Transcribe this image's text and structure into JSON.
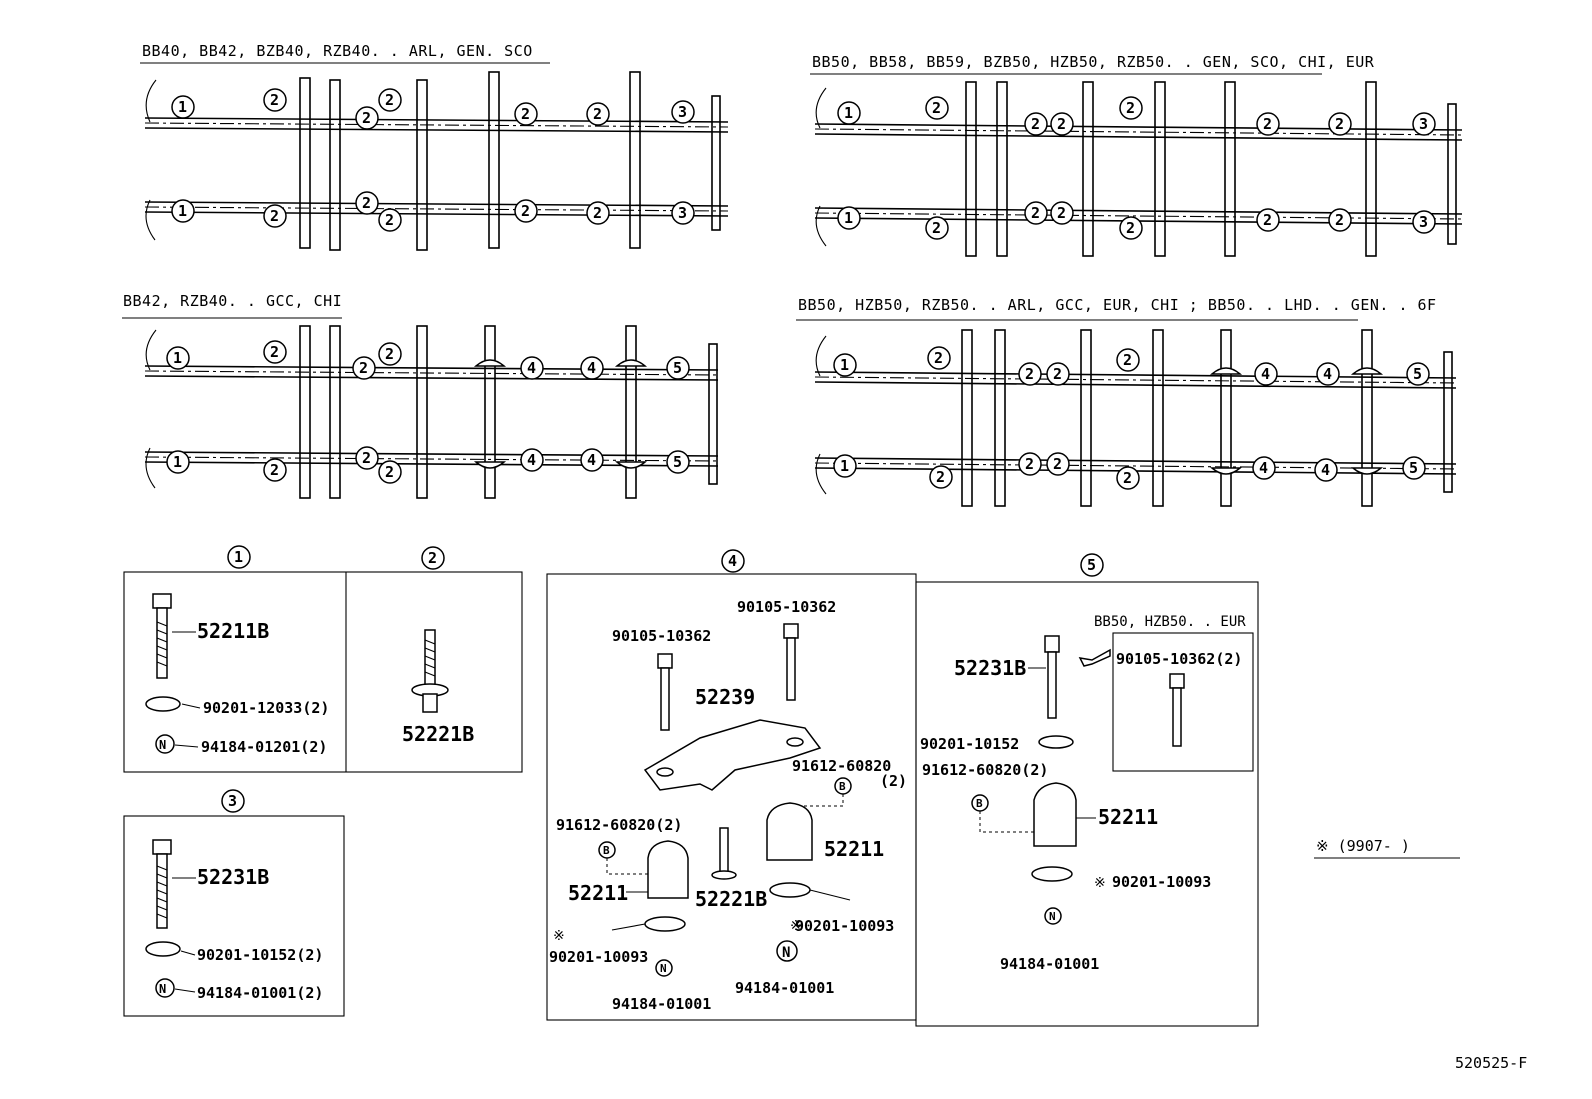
{
  "diagrams": [
    {
      "header": "BB40, BB42, BZB40, RZB40. . ARL, GEN. SCO",
      "labels": {
        "a": "1",
        "b": "2",
        "c": "2",
        "d": "2",
        "e": "2",
        "f": "2",
        "g": "3"
      }
    },
    {
      "header": "BB50, BB58, BB59, BZB50, HZB50, RZB50. . GEN, SCO, CHI, EUR",
      "labels": {
        "a": "1",
        "b": "2",
        "c": "2",
        "d": "2",
        "e": "2",
        "f": "2",
        "g": "2",
        "h": "3"
      }
    },
    {
      "header": "BB42, RZB40. . GCC, CHI",
      "labels": {
        "a": "1",
        "b": "2",
        "c": "2",
        "d": "2",
        "e": "4",
        "f": "4",
        "g": "5"
      }
    },
    {
      "header": "BB50, HZB50, RZB50. . ARL, GCC, EUR, CHI ; BB50. . LHD. . GEN. . 6F",
      "labels": {
        "a": "1",
        "b": "2",
        "c": "2",
        "d": "2",
        "e": "2",
        "f": "4",
        "g": "4",
        "h": "5"
      }
    }
  ],
  "groups": {
    "g1": {
      "num": "1",
      "p1": "52211B",
      "p2": "90201-12033(2)",
      "p3": "94184-01201(2)",
      "nut": "N"
    },
    "g2": {
      "num": "2",
      "p1": "52221B"
    },
    "g3": {
      "num": "3",
      "p1": "52231B",
      "p2": "90201-10152(2)",
      "p3": "94184-01001(2)",
      "nut": "N"
    },
    "g4": {
      "num": "4",
      "bolt1": "90105-10362",
      "bolt2": "90105-10362",
      "bracket": "52239",
      "nutR": "91612-60820",
      "nutRq": "(2)",
      "nutL": "91612-60820(2)",
      "cushL": "52211",
      "cushR": "52211",
      "stud": "52221B",
      "washR": "90201-10093",
      "washL": "90201-10093",
      "nutLow1": "94184-01001",
      "nutLow2": "94184-01001",
      "b": "B",
      "n": "N",
      "mark": "※"
    },
    "g5": {
      "num": "5",
      "inset_title": "BB50, HZB50. . EUR",
      "inset_bolt": "90105-10362(2)",
      "bolt": "52231B",
      "wash1": "90201-10152",
      "nut": "91612-60820(2)",
      "cush": "52211",
      "wash2": "90201-10093",
      "nut2": "94184-01001",
      "b": "B",
      "n": "N",
      "mark": "※"
    }
  },
  "note": "※ (9907-      )",
  "footer": "520525-F"
}
